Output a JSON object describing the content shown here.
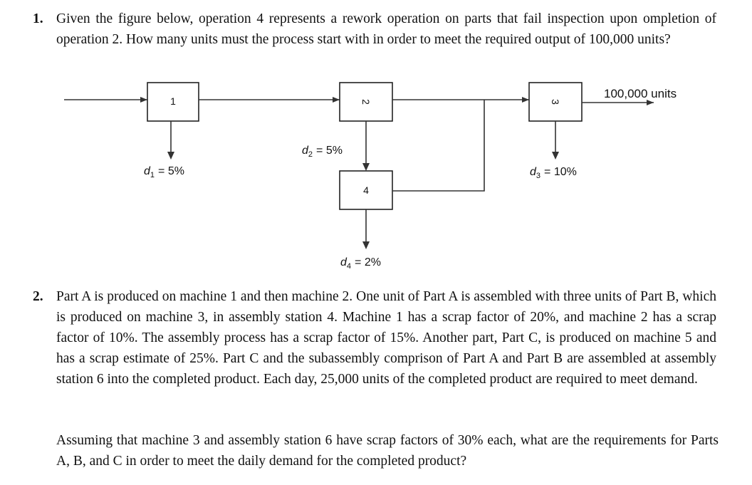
{
  "problem1": {
    "number": "1.",
    "text": "Given the figure below, operation 4 represents a rework operation on parts that fail inspection upon ompletion of operation 2. How many units must the process start with in order to meet the required output of 100,000 units?"
  },
  "diagram": {
    "boxes": [
      "1",
      "2",
      "3",
      "4"
    ],
    "output_label": "100,000 units",
    "defects": {
      "d1": {
        "sym": "d",
        "sub": "1",
        "value": "= 5%"
      },
      "d2": {
        "sym": "d",
        "sub": "2",
        "value": "= 5%"
      },
      "d3": {
        "sym": "d",
        "sub": "3",
        "value": "= 10%"
      },
      "d4": {
        "sym": "d",
        "sub": "4",
        "value": "= 2%"
      }
    }
  },
  "problem2": {
    "number": "2.",
    "text": "Part A is produced on machine 1 and then machine 2. One unit of Part A is assembled with three units of Part B, which is produced on machine 3, in assembly station 4. Machine 1 has a scrap factor of 20%, and machine 2 has a scrap factor of 10%. The assembly process has a scrap factor of 15%. Another part, Part C, is produced on machine 5 and has a scrap estimate of 25%. Part C and the subassembly comprison of Part A and Part B are assembled at assembly station 6 into the completed product. Each day, 25,000 units of the completed product are required to meet demand.",
    "question": "Assuming that machine 3 and assembly station 6 have scrap factors of 30% each, what are the requirements for Parts A, B, and C in order to meet the daily demand for the completed product?"
  }
}
